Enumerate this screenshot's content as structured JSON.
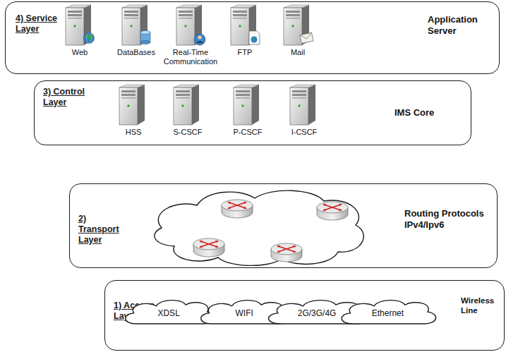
{
  "diagram": {
    "nodes": [
      {
        "text": [
          "4) Service Layer",
          "Application Server"
        ]
      },
      {
        "text": [
          "Web"
        ],
        "in": 0
      },
      {
        "text": [
          "DataBases"
        ],
        "in": 0
      },
      {
        "text": [
          "Real-Time Communication"
        ],
        "in": 0
      },
      {
        "text": [
          "FTP"
        ],
        "in": 0
      },
      {
        "text": [
          "Mail"
        ],
        "in": 0
      },
      {
        "text": [
          "3) Control Layer",
          "IMS Core"
        ]
      },
      {
        "text": [
          "HSS"
        ],
        "in": 6
      },
      {
        "text": [
          "S-CSCF"
        ],
        "in": 6
      },
      {
        "text": [
          "P-CSCF"
        ],
        "in": 6
      },
      {
        "text": [
          "I-CSCF"
        ],
        "in": 6
      },
      {
        "text": [
          "2) Transport Layer",
          "Routing Protocols IPv4/Ipv6"
        ]
      },
      {
        "text": [
          "1) Access Layer",
          "Wireless Line"
        ]
      },
      {
        "text": [
          "XDSL"
        ],
        "in": 12
      },
      {
        "text": [
          "WIFI"
        ],
        "in": 12
      },
      {
        "text": [
          "2G/3G/4G"
        ],
        "in": 12
      },
      {
        "text": [
          "Ethernet"
        ],
        "in": 12
      }
    ],
    "edges": []
  }
}
